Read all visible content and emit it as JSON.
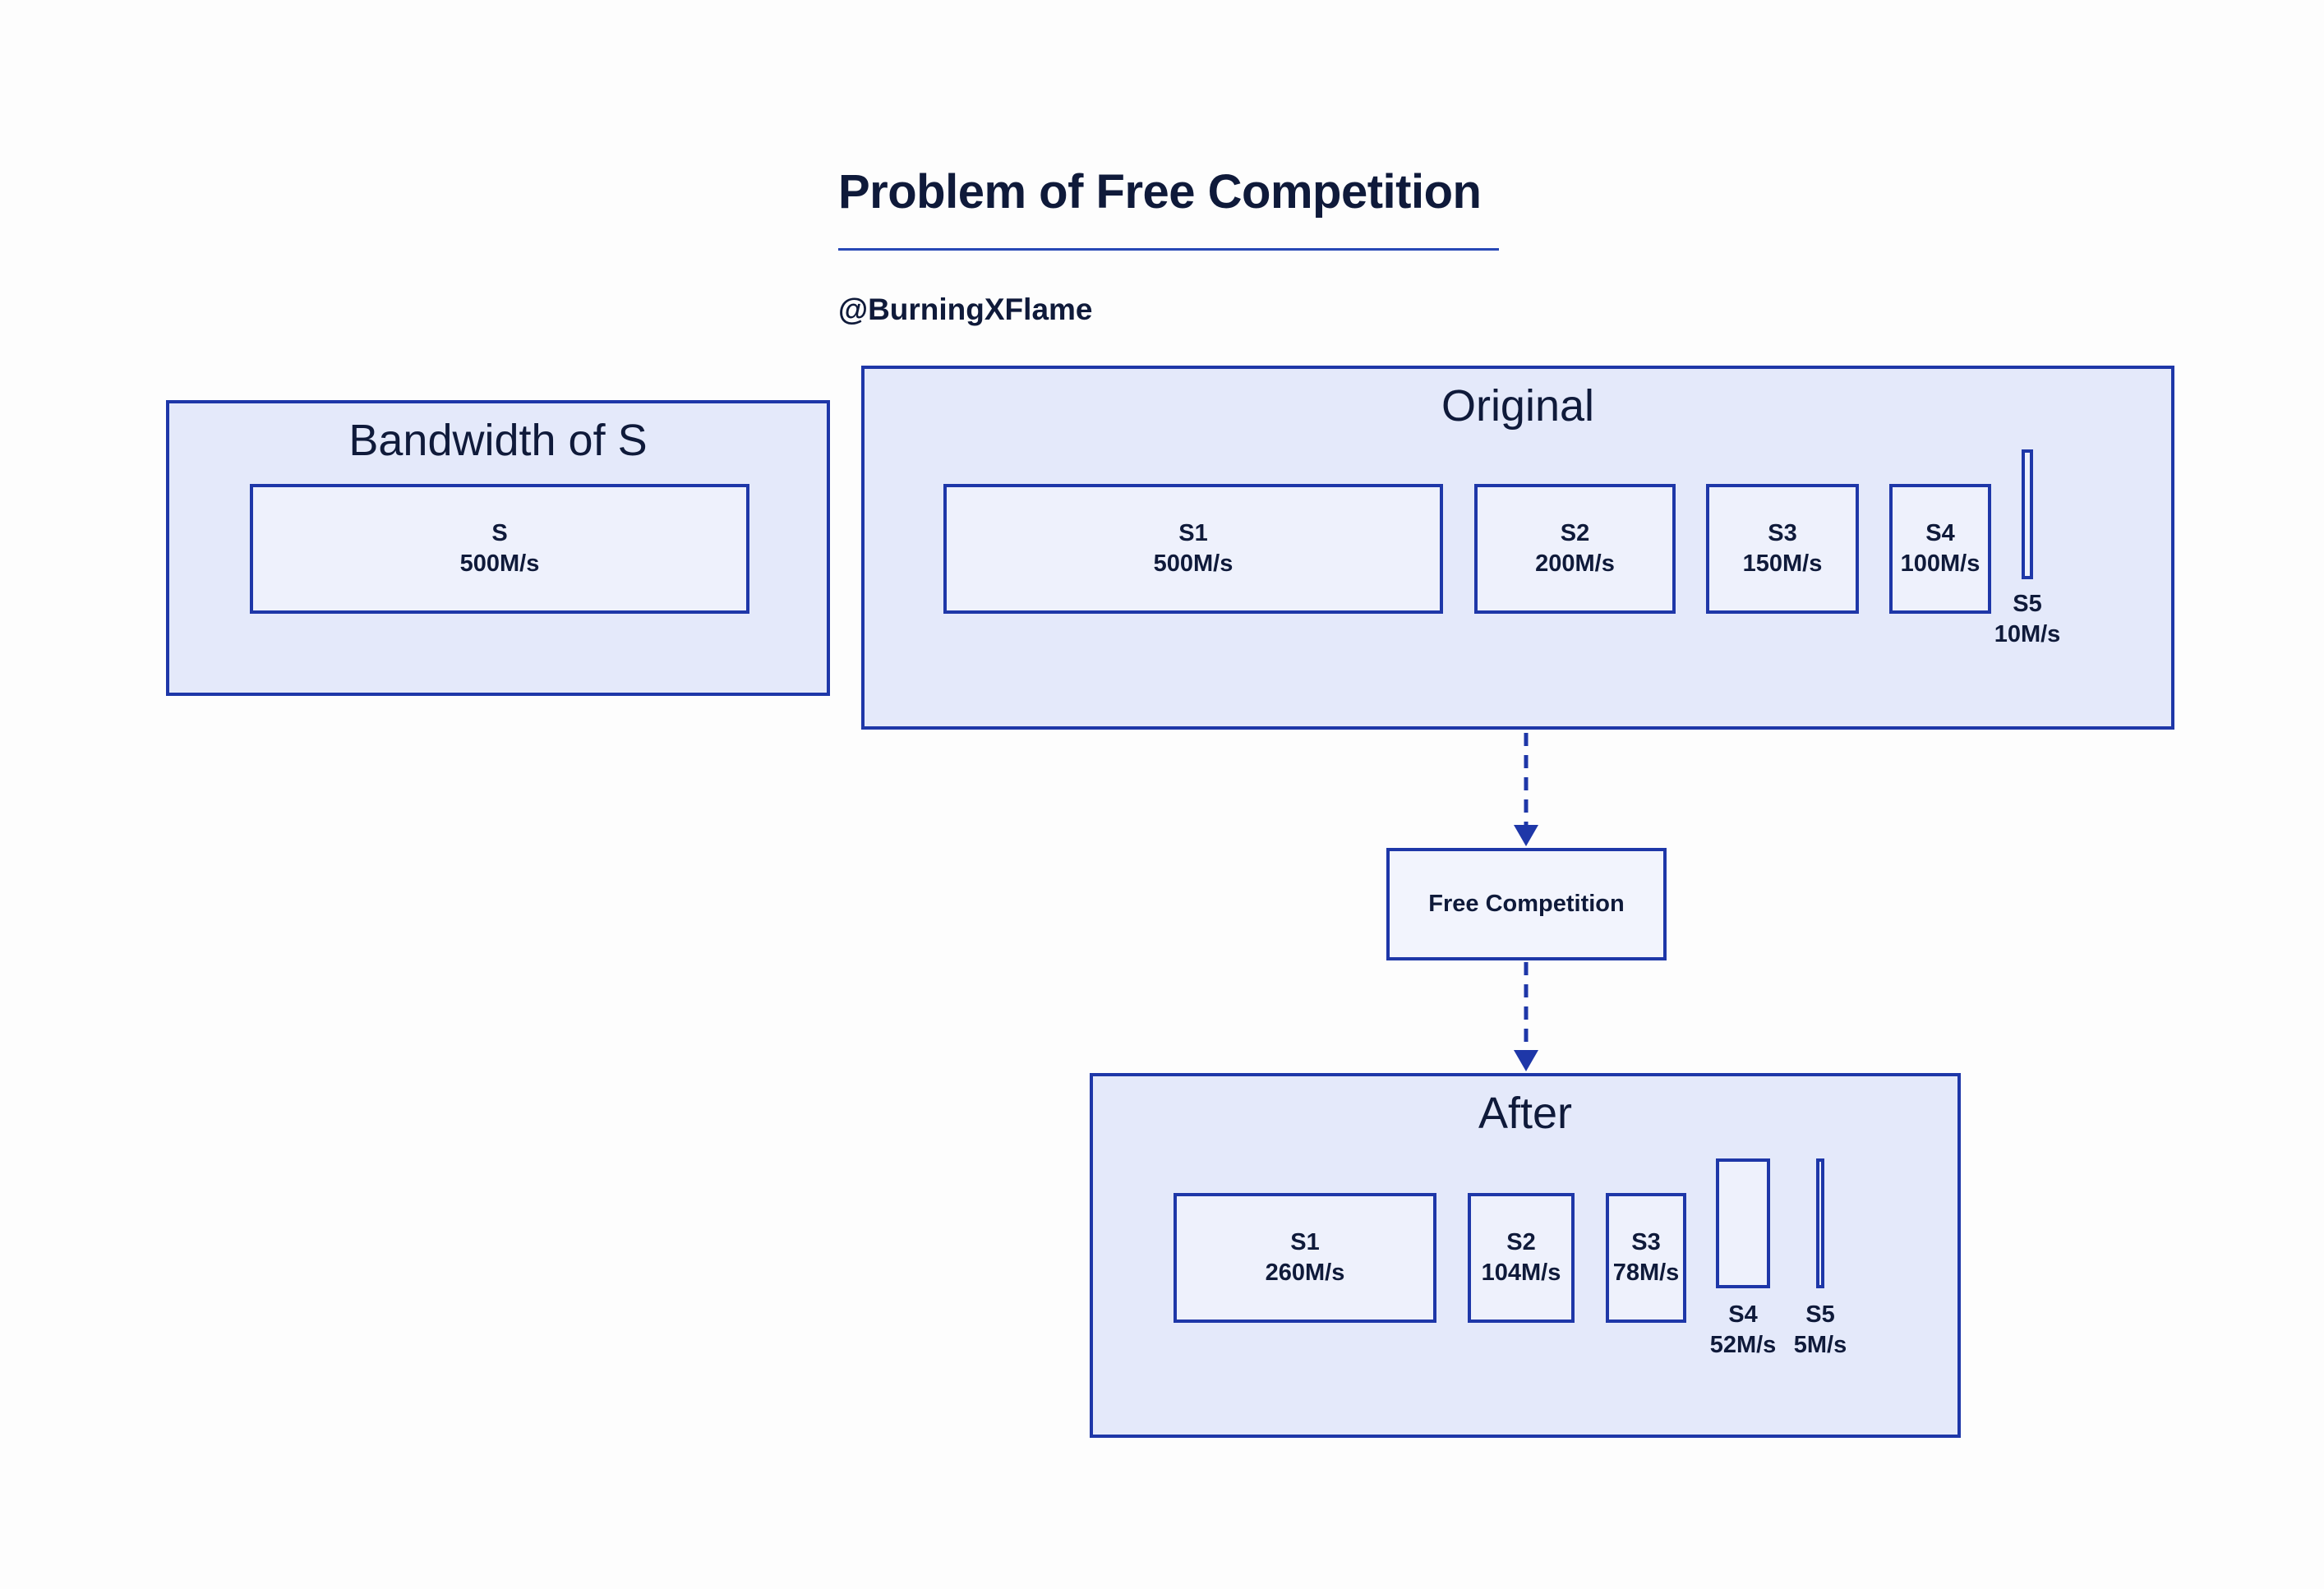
{
  "title": "Problem of Free Competition",
  "author": "@BurningXFlame",
  "bandwidth_panel": {
    "title": "Bandwidth of S",
    "server": {
      "name": "S",
      "rate": "500M/s"
    }
  },
  "original_panel": {
    "title": "Original",
    "servers": [
      {
        "name": "S1",
        "rate": "500M/s"
      },
      {
        "name": "S2",
        "rate": "200M/s"
      },
      {
        "name": "S3",
        "rate": "150M/s"
      },
      {
        "name": "S4",
        "rate": "100M/s"
      },
      {
        "name": "S5",
        "rate": "10M/s"
      }
    ]
  },
  "process": {
    "label": "Free Competition"
  },
  "after_panel": {
    "title": "After",
    "servers": [
      {
        "name": "S1",
        "rate": "260M/s"
      },
      {
        "name": "S2",
        "rate": "104M/s"
      },
      {
        "name": "S3",
        "rate": "78M/s"
      },
      {
        "name": "S4",
        "rate": "52M/s"
      },
      {
        "name": "S5",
        "rate": "5M/s"
      }
    ]
  },
  "colors": {
    "border": "#1e37a8",
    "panel_fill": "#e4e9fa",
    "box_fill": "#eef1fc",
    "text": "#0f1a3a"
  }
}
